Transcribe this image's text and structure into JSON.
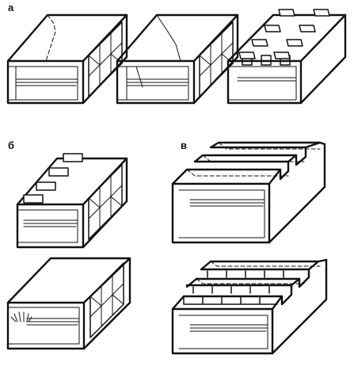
{
  "labels": {
    "a": "а",
    "b": "б",
    "v": "в"
  },
  "colors": {
    "ink": "#111111",
    "background": "#ffffff"
  }
}
